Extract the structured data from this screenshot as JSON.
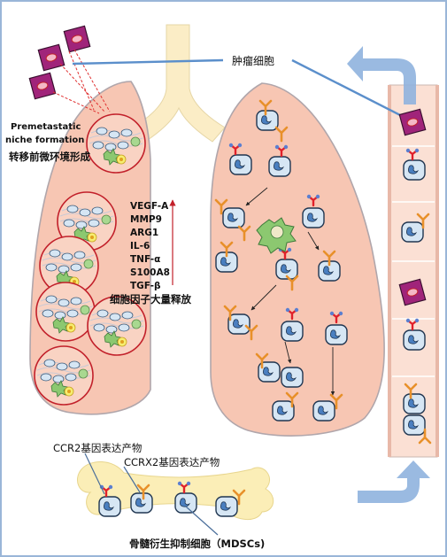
{
  "labels": {
    "tumor_cell": "肿瘤细胞",
    "premetastatic_en_line1": "Premetastatic",
    "premetastatic_en_line2": "niche formation",
    "premetastatic_cn": "转移前微环境形成",
    "cytokines": [
      "VEGF-A",
      "MMP9",
      "ARG1",
      "IL-6",
      "TNF-α",
      "S100A8",
      "TGF-β"
    ],
    "cytokine_release": "细胞因子大量释放",
    "ccr2": "CCR2基因表达产物",
    "ccrx2": "CCRX2基因表达产物",
    "mdsc": "骨髓衍生抑制细胞（MDSCs)"
  },
  "colors": {
    "lung_fill": "#f7c6b3",
    "lung_stroke": "#b0a6ab",
    "trachea": "#fbedc6",
    "vessel": "#fbe0d4",
    "bone": "#fbeeb7",
    "arrow_blue": "#8fb3de",
    "tumor_magenta": "#a0247a",
    "niche_ring": "#c2202a",
    "antibody_orange": "#e8902a",
    "receptor_red": "#e0202a",
    "receptor_blue": "#5b7fd0",
    "mdsc_blue": "#4a7fc0",
    "cell_fill": "#d6e6f4"
  }
}
